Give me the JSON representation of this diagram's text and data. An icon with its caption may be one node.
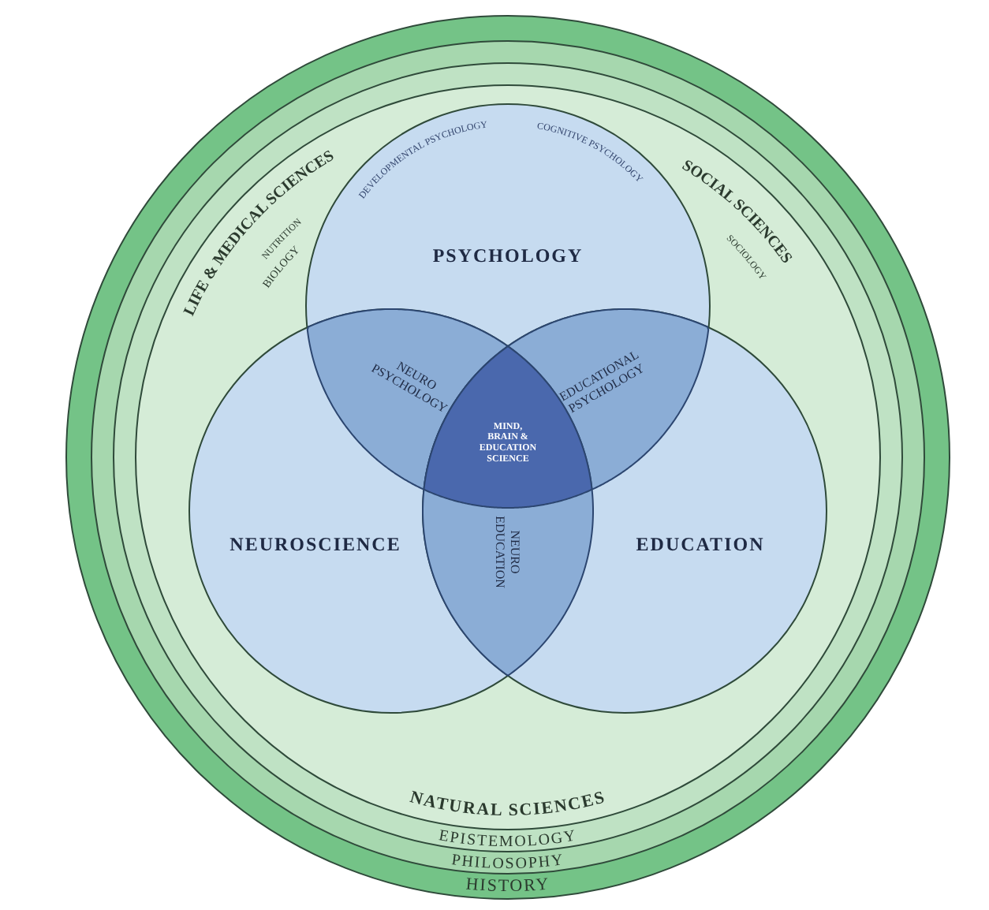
{
  "diagram": {
    "nodes": [
      {
        "text": [
          "HISTORY"
        ]
      },
      {
        "text": [
          "PHILOSOPHY"
        ],
        "in": 0
      },
      {
        "text": [
          "EPISTEMOLOGY"
        ],
        "in": 1
      },
      {
        "text": [
          "LIFE & MEDICAL SCIENCES",
          "NUTRITION",
          "BIOLOGY",
          "SOCIAL SCIENCES",
          "SOCIOLOGY",
          "NATURAL SCIENCES"
        ],
        "in": 2
      },
      {
        "text": [
          "DEVELOPMENTAL PSYCHOLOGY",
          "COGNITIVE PSYCHOLOGY",
          "PSYCHOLOGY"
        ],
        "in": 3
      },
      {
        "text": [
          "NEURO PSYCHOLOGY"
        ]
      },
      {
        "text": [
          "MIND, BRAIN & EDUCATION SCIENCE"
        ]
      },
      {
        "text": [
          "EDUCATIONAL PSYCHOLOGY"
        ]
      },
      {
        "text": [
          "NEUROSCIENCE"
        ],
        "in": 3
      },
      {
        "text": [
          "NEURO EDUCATION"
        ]
      },
      {
        "text": [
          "EDUCATION"
        ],
        "in": 3
      }
    ]
  }
}
